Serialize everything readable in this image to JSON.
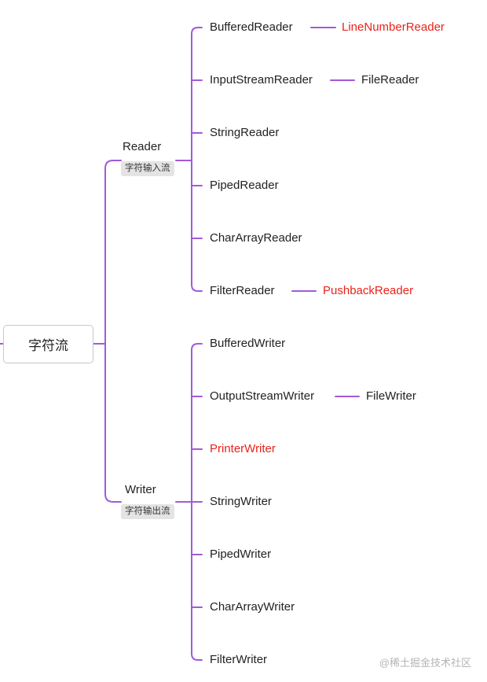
{
  "colors": {
    "edge": "#a25ad9",
    "text": "#222222",
    "highlight": "#e8231a"
  },
  "root": {
    "label": "字符流"
  },
  "reader": {
    "label": "Reader",
    "tag": "字符输入流",
    "children": [
      {
        "label": "BufferedReader",
        "highlight": false,
        "child": {
          "label": "LineNumberReader",
          "highlight": true
        }
      },
      {
        "label": "InputStreamReader",
        "highlight": false,
        "child": {
          "label": "FileReader",
          "highlight": false
        }
      },
      {
        "label": "StringReader",
        "highlight": false
      },
      {
        "label": "PipedReader",
        "highlight": false
      },
      {
        "label": "CharArrayReader",
        "highlight": false
      },
      {
        "label": "FilterReader",
        "highlight": false,
        "child": {
          "label": "PushbackReader",
          "highlight": true
        }
      }
    ]
  },
  "writer": {
    "label": "Writer",
    "tag": "字符输出流",
    "children": [
      {
        "label": "BufferedWriter",
        "highlight": false
      },
      {
        "label": "OutputStreamWriter",
        "highlight": false,
        "child": {
          "label": "FileWriter",
          "highlight": false
        }
      },
      {
        "label": "PrinterWriter",
        "highlight": true
      },
      {
        "label": "StringWriter",
        "highlight": false
      },
      {
        "label": "PipedWriter",
        "highlight": false
      },
      {
        "label": "CharArrayWriter",
        "highlight": false
      },
      {
        "label": "FilterWriter",
        "highlight": false
      }
    ]
  },
  "watermark": "@稀土掘金技术社区"
}
